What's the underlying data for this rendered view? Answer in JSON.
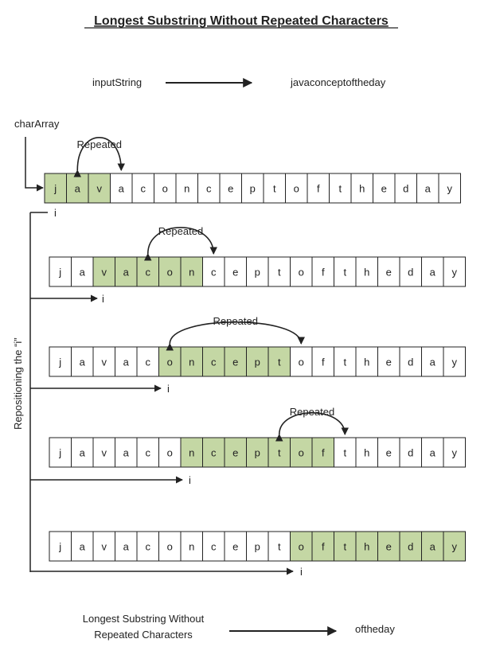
{
  "title": "Longest Substring Without Repeated Characters",
  "input": {
    "label": "inputString",
    "value": "javaconceptoftheday"
  },
  "array_label": "charArray",
  "repeated_label": "Repeated",
  "index_label": "i",
  "side_label": "Repositioning the “i”",
  "colors": {
    "highlight": "#c4d7a4",
    "plain": "#ffffff",
    "line": "#222222"
  },
  "chars": [
    "j",
    "a",
    "v",
    "a",
    "c",
    "o",
    "n",
    "c",
    "e",
    "p",
    "t",
    "o",
    "f",
    "t",
    "h",
    "e",
    "d",
    "a",
    "y"
  ],
  "rows": [
    {
      "start": 0,
      "end": 2,
      "repeat_from": 1,
      "repeat_to": 3
    },
    {
      "start": 2,
      "end": 6,
      "repeat_from": 4,
      "repeat_to": 7
    },
    {
      "start": 5,
      "end": 10,
      "repeat_from": 5,
      "repeat_to": 11
    },
    {
      "start": 6,
      "end": 12,
      "repeat_from": 10,
      "repeat_to": 13
    },
    {
      "start": 11,
      "end": 18
    }
  ],
  "result": {
    "label_line1": "Longest Substring Without",
    "label_line2": "Repeated Characters",
    "value": "oftheday"
  }
}
